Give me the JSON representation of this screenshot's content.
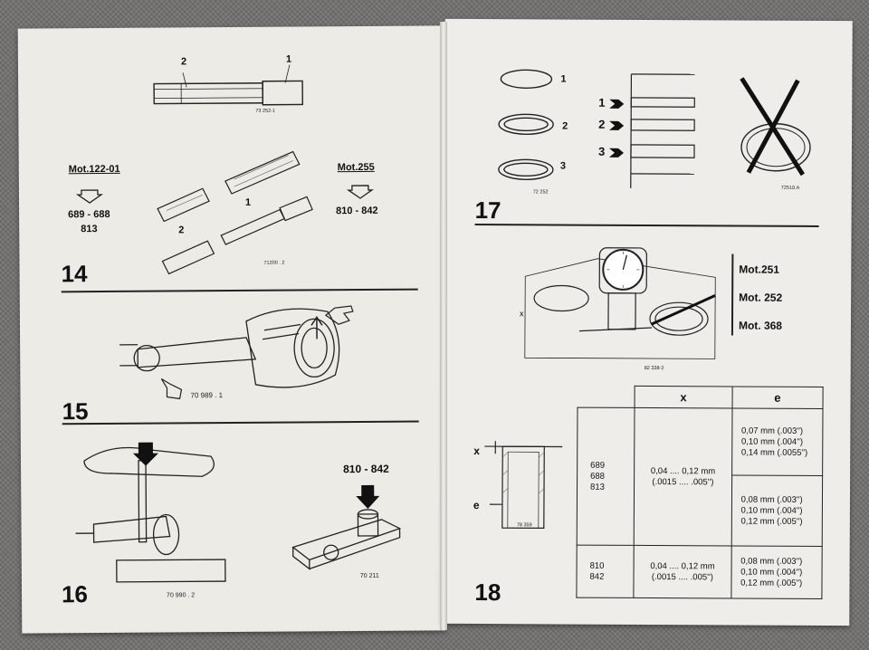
{
  "left_page": {
    "fig14": {
      "number": "14",
      "ref_top": "73 252-1",
      "callout_1": "1",
      "callout_2": "2",
      "tool_a": {
        "name": "Mot.122-01",
        "engines_1": "689 - 688",
        "engines_2": "813"
      },
      "tool_b": {
        "name": "Mot.255",
        "engines": "810 - 842"
      },
      "ref_bottom": "71200 . 2",
      "callout_1b": "1",
      "callout_2b": "2"
    },
    "fig15": {
      "number": "15",
      "ref": "70 989 . 1"
    },
    "fig16": {
      "number": "16",
      "ref_left": "70 990 . 2",
      "engines": "810 - 842",
      "ref_right": "70 211"
    }
  },
  "right_page": {
    "fig17": {
      "number": "17",
      "ring_labels": [
        "1",
        "2",
        "3"
      ],
      "ref_rings": "72 252",
      "ref_cross": "72510.A"
    },
    "fig18": {
      "number": "18",
      "tools": [
        "Mot.251",
        "Mot. 252",
        "Mot. 368"
      ],
      "ref_gauge": "82 338-2",
      "axis_x": "x",
      "label_x": "x",
      "label_e": "e",
      "ref_liner": "78 359",
      "table": {
        "col_x": "x",
        "col_e": "e",
        "rows": [
          {
            "engines": [
              "689",
              "688",
              "813"
            ],
            "x": [
              "0,04 .... 0,12 mm",
              "(.0015 .... .005'')"
            ],
            "e_top": [
              "0,07 mm (.003'')",
              "0,10 mm (.004'')",
              "0,14 mm (.0055'')"
            ],
            "e_bottom": [
              "0,08 mm (.003'')",
              "0,10 mm (.004'')",
              "0,12 mm (.005'')"
            ]
          },
          {
            "engines": [
              "810",
              "842"
            ],
            "x": [
              "0,04 .... 0,12 mm",
              "(.0015 .... .005'')"
            ],
            "e": [
              "0,08 mm (.003'')",
              "0,10 mm (.004'')",
              "0,12 mm (.005'')"
            ]
          }
        ]
      }
    }
  },
  "colors": {
    "paper": "#ecebe6",
    "ink": "#111111",
    "background": "#727170"
  }
}
